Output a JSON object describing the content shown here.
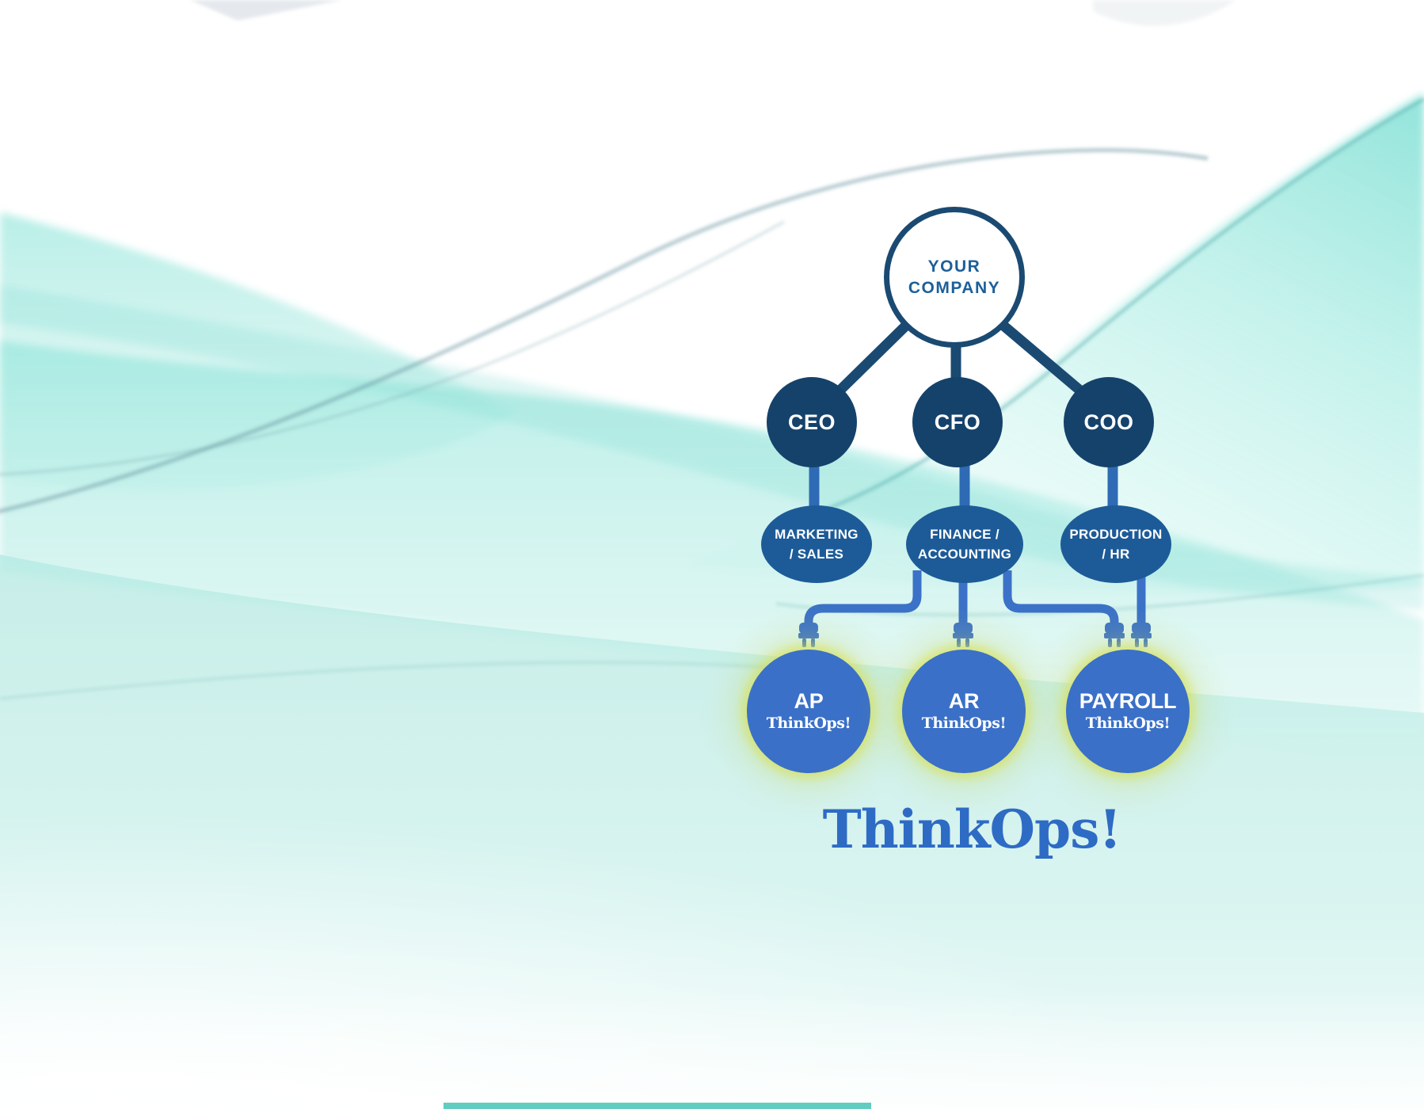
{
  "diagram": {
    "root": {
      "line1": "YOUR",
      "line2": "COMPANY"
    },
    "executives": [
      {
        "label": "CEO"
      },
      {
        "label": "CFO"
      },
      {
        "label": "COO"
      }
    ],
    "departments": [
      {
        "line1": "MARKETING",
        "line2": "/ SALES"
      },
      {
        "line1": "FINANCE /",
        "line2": "ACCOUNTING"
      },
      {
        "line1": "PRODUCTION",
        "line2": "/ HR"
      }
    ],
    "services": [
      {
        "name": "AP",
        "brand": "ThinkOps!"
      },
      {
        "name": "AR",
        "brand": "ThinkOps!"
      },
      {
        "name": "PAYROLL",
        "brand": "ThinkOps!"
      }
    ],
    "wordmark": "ThinkOps!"
  },
  "icons": [
    "power-plug-icon"
  ],
  "colors": {
    "navy_connector": "#1a4a72",
    "executive_fill": "#15426b",
    "department_fill": "#1d5b98",
    "service_fill": "#3a70c7",
    "cable_blue": "#3b72c8",
    "stub_blue": "#2e6bb4",
    "root_text": "#1d5f99",
    "wordmark_blue": "#2e6bc5",
    "service_glow": "#d8e04a",
    "wave_teal": "#8fe3d8",
    "wave_edge": "#57a9ab"
  }
}
